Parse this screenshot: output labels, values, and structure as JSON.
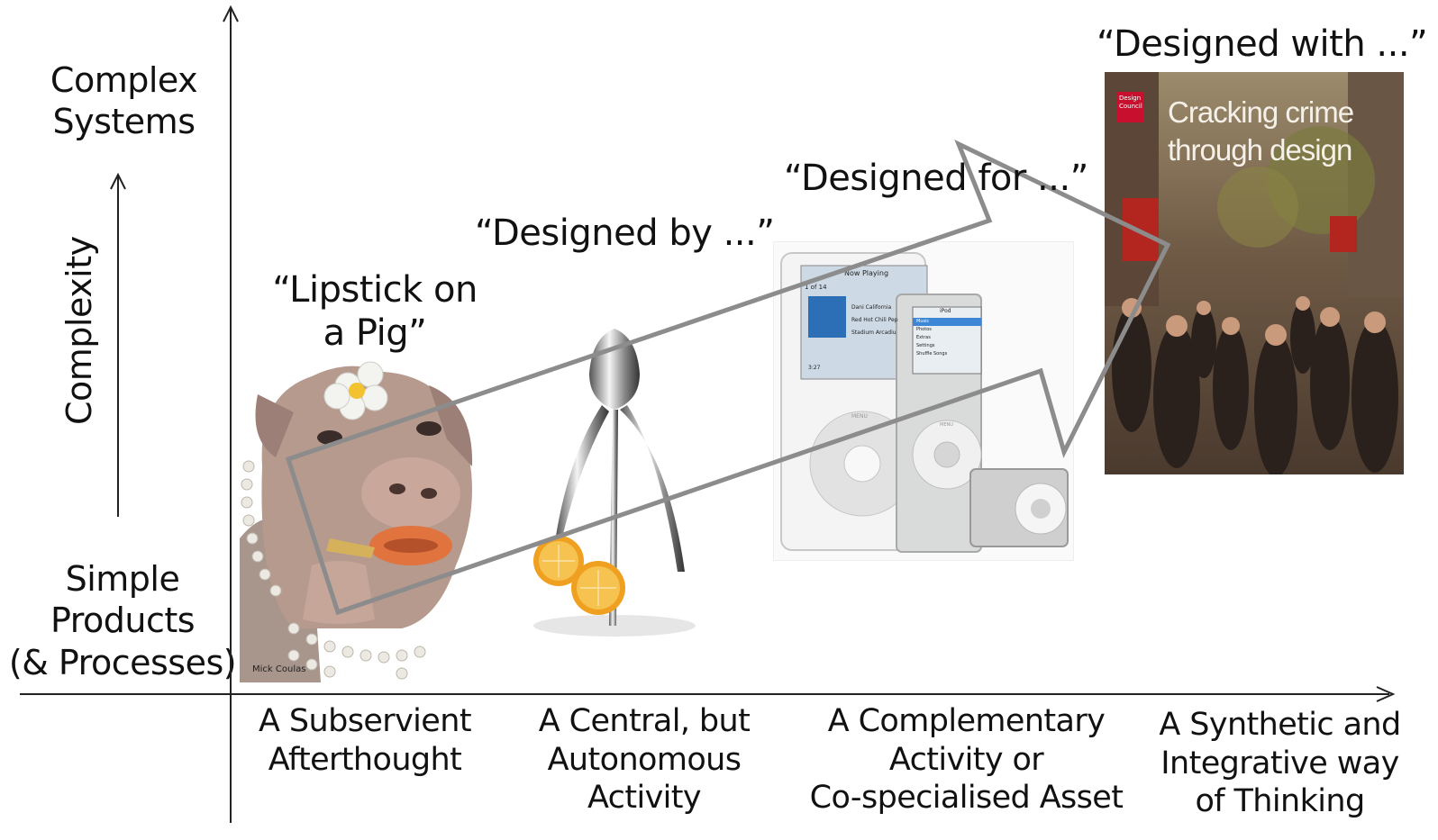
{
  "y_axis": {
    "top_label": [
      "Complex",
      "Systems"
    ],
    "bottom_label": [
      "Simple",
      "Products",
      "(& Processes)"
    ],
    "label": "Complexity"
  },
  "x_axis": {
    "categories": [
      [
        "A Subservient",
        "Afterthought"
      ],
      [
        "A Central, but",
        "Autonomous",
        "Activity"
      ],
      [
        "A Complementary",
        "Activity or",
        "Co-specialised Asset"
      ],
      [
        "A Synthetic and",
        "Integrative way",
        "of Thinking"
      ]
    ]
  },
  "quotes": {
    "q1": [
      "“Lipstick on",
      "a Pig”"
    ],
    "q2": "“Designed by ...”",
    "q3": "“Designed for ...”",
    "q4": "“Designed with ...”"
  },
  "images": {
    "pig_credit": "Mick Coulas",
    "ipod_screen": {
      "header": "Now Playing",
      "track_count": "1 of 14",
      "songs": [
        "Dani California",
        "Red Hot Chili Pep",
        "Stadium Arcadiu"
      ],
      "time": "3:27",
      "nano_header": "iPod",
      "nano_menu": [
        "Music",
        "Photos",
        "Extras",
        "Settings",
        "Shuffle Songs"
      ],
      "wheel_label": "MENU"
    },
    "cover": {
      "badge": [
        "Design",
        "Council"
      ],
      "title": [
        "Cracking crime",
        "through design"
      ]
    }
  },
  "colors": {
    "arrow": "#8c8c8c",
    "axis": "#222222",
    "cover_red": "#c8102e"
  }
}
